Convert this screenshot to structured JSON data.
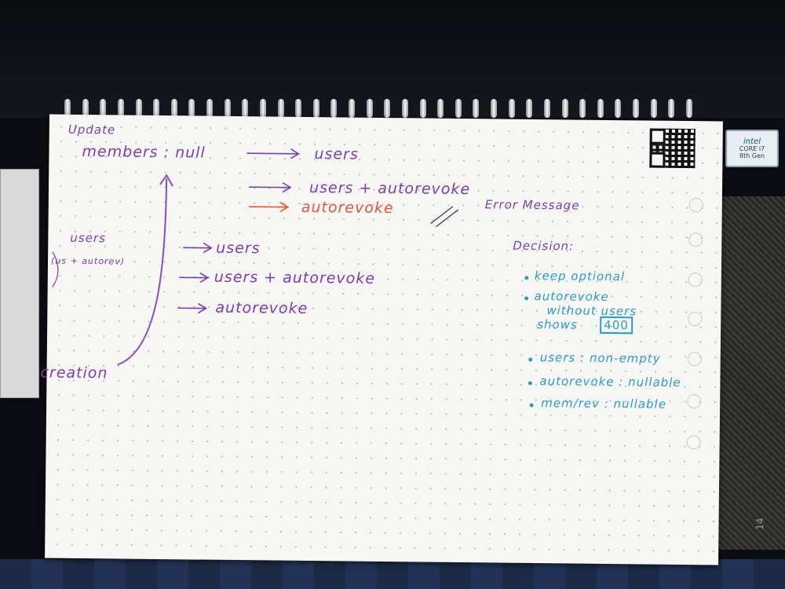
{
  "notebook": {
    "title_line": "Update",
    "page_number": "14",
    "update_block": {
      "label": "members : null",
      "results": [
        "users",
        "users + autorevoke",
        "autorevoke"
      ],
      "error_label": "Error Message"
    },
    "creation_block": {
      "label": "creation",
      "side_note_line1": "users",
      "side_note_line2": "(us + autorev)",
      "results": [
        "users",
        "users + autorevoke",
        "autorevoke"
      ]
    },
    "decision": {
      "heading": "Decision:",
      "bullets": [
        "keep optional",
        "autorevoke",
        "without users",
        "shows",
        "400"
      ],
      "rules": [
        "users : non-empty",
        "autorevoke : nullable",
        "mem/rev : nullable"
      ]
    }
  },
  "background": {
    "sticker_brand": "intel",
    "sticker_line1": "CORE i7",
    "sticker_line2": "8th Gen"
  },
  "colors": {
    "ink_purple": "#7a3fa8",
    "ink_orange": "#e0573a",
    "ink_blue": "#2a9bc9"
  }
}
